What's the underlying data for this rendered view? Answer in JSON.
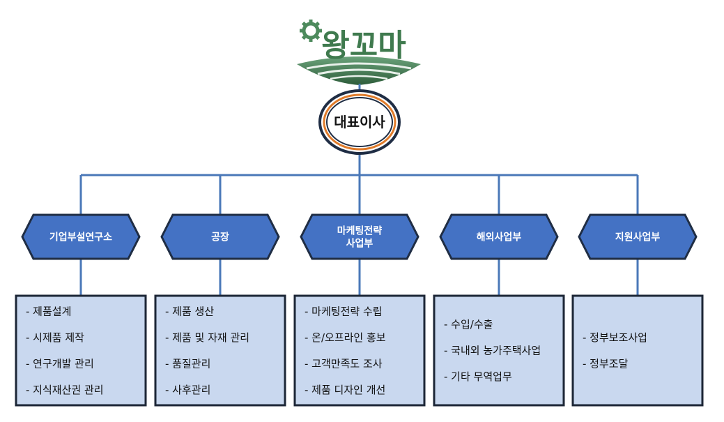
{
  "logo": {
    "text": "왕꼬마"
  },
  "ceo": {
    "label": "대표이사"
  },
  "colors": {
    "line": "#4a78b8",
    "dept_fill": "#4472c4",
    "dept_border": "#1f2d44",
    "box_fill": "#c9d8ef",
    "box_border": "#1c2636",
    "ceo_ring": "#e07b2a",
    "logo_green": "#3f7a4e"
  },
  "departments": [
    {
      "lines": [
        "기업부설연구소"
      ],
      "duties": [
        "- 제품설계",
        "- 시제품 제작",
        "- 연구개발 관리",
        "- 지식재산권 관리"
      ]
    },
    {
      "lines": [
        "공장"
      ],
      "duties": [
        "- 제품 생산",
        "- 제품 및 자재 관리",
        "- 품질관리",
        "- 사후관리"
      ]
    },
    {
      "lines": [
        "마케팅전략",
        "사업부"
      ],
      "duties": [
        "- 마케팅전략 수립",
        "- 온/오프라인 홍보",
        "- 고객만족도 조사",
        "- 제품 디자인 개선"
      ]
    },
    {
      "lines": [
        "해외사업부"
      ],
      "duties": [
        "- 수입/수출",
        "- 국내외 농가주택사업",
        "- 기타 무역업무"
      ]
    },
    {
      "lines": [
        "지원사업부"
      ],
      "duties": [
        "- 정부보조사업",
        "- 정부조달"
      ]
    }
  ]
}
